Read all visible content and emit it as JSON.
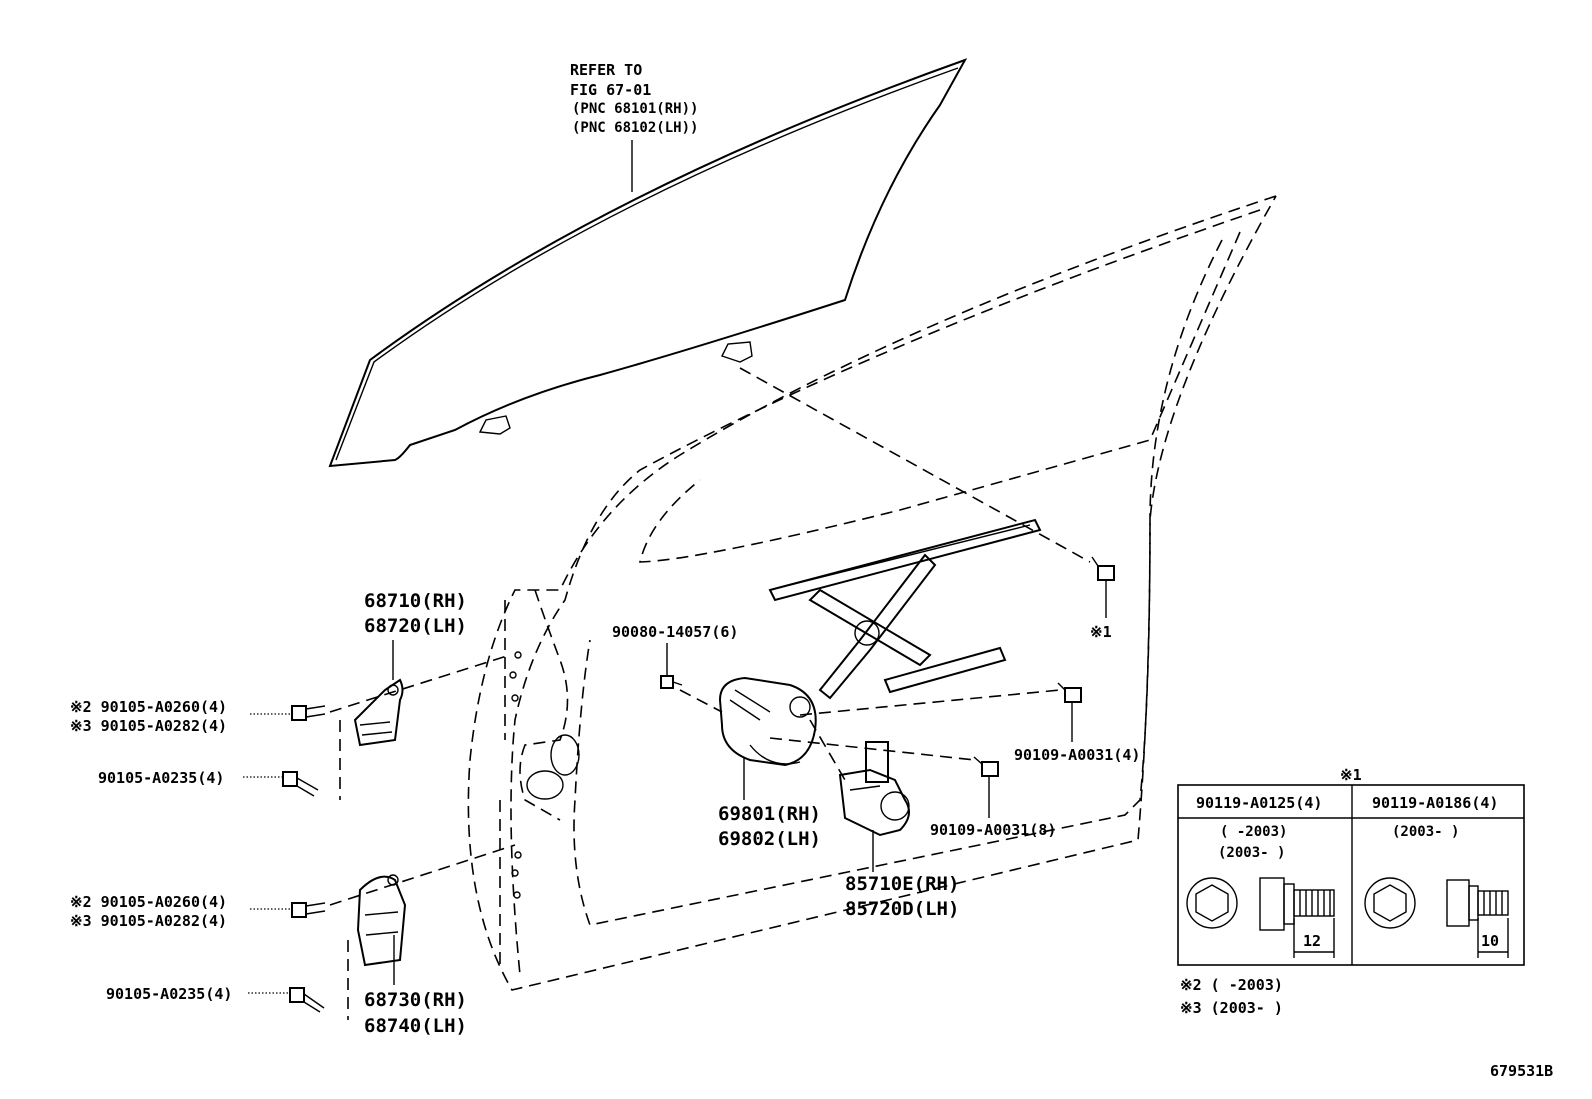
{
  "glass_ref": {
    "line1": "REFER TO",
    "line2": "FIG 67-01",
    "line3": "(PNC 68101(RH))",
    "line4": "(PNC 68102(LH))"
  },
  "callouts": {
    "upper_hinge_rh": "68710(RH)",
    "upper_hinge_lh": "68720(LH)",
    "upper_bolt_a": "※2 90105-A0260(4)",
    "upper_bolt_b": "※3 90105-A0282(4)",
    "upper_bolt_c": "90105-A0235(4)",
    "lower_bolt_a": "※2 90105-A0260(4)",
    "lower_bolt_b": "※3 90105-A0282(4)",
    "lower_bolt_c": "90105-A0235(4)",
    "lower_hinge_rh": "68730(RH)",
    "lower_hinge_lh": "68740(LH)",
    "regulator_screw": "90080-14057(6)",
    "regulator_rh": "69801(RH)",
    "regulator_lh": "69802(LH)",
    "motor_rh": "85710E(RH)",
    "motor_lh": "85720D(LH)",
    "reg_bolt_a": "90109-A0031(4)",
    "reg_bolt_b": "90109-A0031(8)",
    "ref_mark": "※1"
  },
  "reference_table": {
    "title": "※1",
    "columns": [
      {
        "part": "90119-A0125(4)",
        "date_line1": "(    -2003)",
        "date_line2": "(2003-    )",
        "dimension": "12"
      },
      {
        "part": "90119-A0186(4)",
        "date_line1": "(2003-    )",
        "date_line2": "",
        "dimension": "10"
      }
    ],
    "notes": [
      "※2 (     -2003)",
      "※3 (2003-     )"
    ]
  },
  "figure_code": "679531B"
}
